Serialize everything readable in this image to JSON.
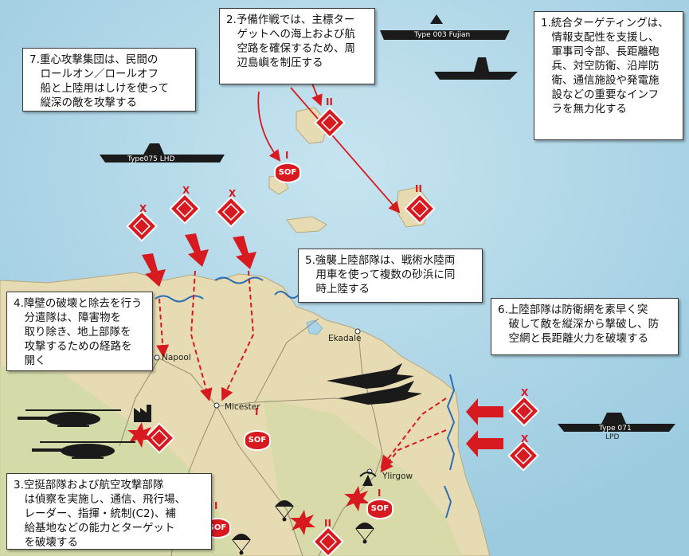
{
  "callouts": {
    "c1": "1.統合ターゲティングは、\n　情報支配性を支援し、\n　軍事司令部、長距離砲\n　兵、対空防衛、沿岸防\n　衛、通信施設や発電施\n　設などの重要なインフ\n　ラを無力化する",
    "c2": "2.予備作戦では、主標ター\n　ゲットへの海上および航\n　空路を確保するため、周\n　辺島嶼を制圧する",
    "c3": "3.空挺部隊および航空攻撃部隊\n　は偵察を実施し、通信、飛行場、\n　レーダー、指揮・統制(C2)、補\n　給基地などの能力とターゲット\n　を破壊する",
    "c4": "4.障壁の破壊と除去を行う\n　分遣隊は、障害物を\n　取り除き、地上部隊を\n　攻撃するための経路を\n　開く",
    "c5": "5.強襲上陸部隊は、戦術水陸両\n　用車を使って複数の砂浜に同\n　時上陸する",
    "c6": "6.上陸部隊は防衛網を素早く突\n　破して敵を縦深から撃破し、防\n　空網と長距離火力を破壊する",
    "c7": "7.重心攻撃集団は、民間の\n　ロールオン／ロールオフ\n　船と上陸用はしけを使って\n　縦深の敵を攻撃する"
  },
  "places": {
    "napool": "Napool",
    "micester": "Micester",
    "ekadale": "Ekadale",
    "ylirgow": "Ylirgow"
  },
  "ships": {
    "fujian": "Type 003 Fujian",
    "lhd": "Type075 LHD",
    "lpd_top": "Type 071",
    "lpd_bottom": "LPD"
  },
  "unit_sizes": {
    "company": "X",
    "battalion": "II",
    "platoon": "I"
  },
  "markers": {
    "sof": "SOF"
  },
  "colors": {
    "sea": "#a9d3e6",
    "land": "#e8dcb4",
    "land_green": "#c9d6a0",
    "red": "#d71920",
    "ship": "#1a1a1a"
  }
}
